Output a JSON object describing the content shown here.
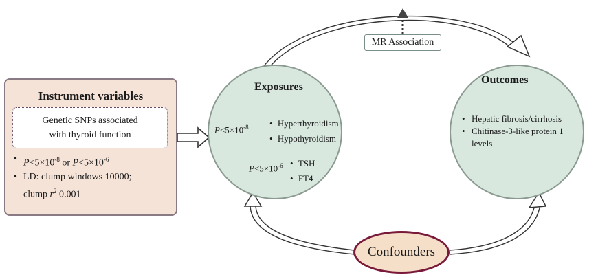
{
  "instrument_variables": {
    "title": "Instrument variables",
    "inner_line1": "Genetic SNPs associated",
    "inner_line2": "with thyroid function",
    "bullet1_p": "P",
    "bullet1_a": "<5×10",
    "bullet1_exp_a": "-8",
    "bullet1_or": " or ",
    "bullet1_p2": "P",
    "bullet1_b": "<5×10",
    "bullet1_exp_b": "-6",
    "bullet2_line1": "LD: clump windows 10000;",
    "bullet2_line2a": "clump ",
    "bullet2_r": "r",
    "bullet2_sup": "2",
    "bullet2_line2b": " 0.001"
  },
  "exposures": {
    "title": "Exposures",
    "threshold1_p": "P",
    "threshold1_text": "<5×10",
    "threshold1_exp": "-8",
    "threshold2_p": "P",
    "threshold2_text": "<5×10",
    "threshold2_exp": "-6",
    "item1": "Hyperthyroidism",
    "item2": "Hypothyroidism",
    "item3": "TSH",
    "item4": "FT4"
  },
  "outcomes": {
    "title": "Outcomes",
    "item1": "Hepatic fibrosis/cirrhosis",
    "item2_line1": "Chitinase-3-like protein 1",
    "item2_line2": "levels"
  },
  "mr_association": "MR Association",
  "confounders": "Confounders",
  "colors": {
    "iv_fill": "#f5e3d8",
    "ellipse_fill": "#d8e8df",
    "confounder_fill": "#f5dfc9",
    "confounder_border": "#7a1a3a"
  }
}
